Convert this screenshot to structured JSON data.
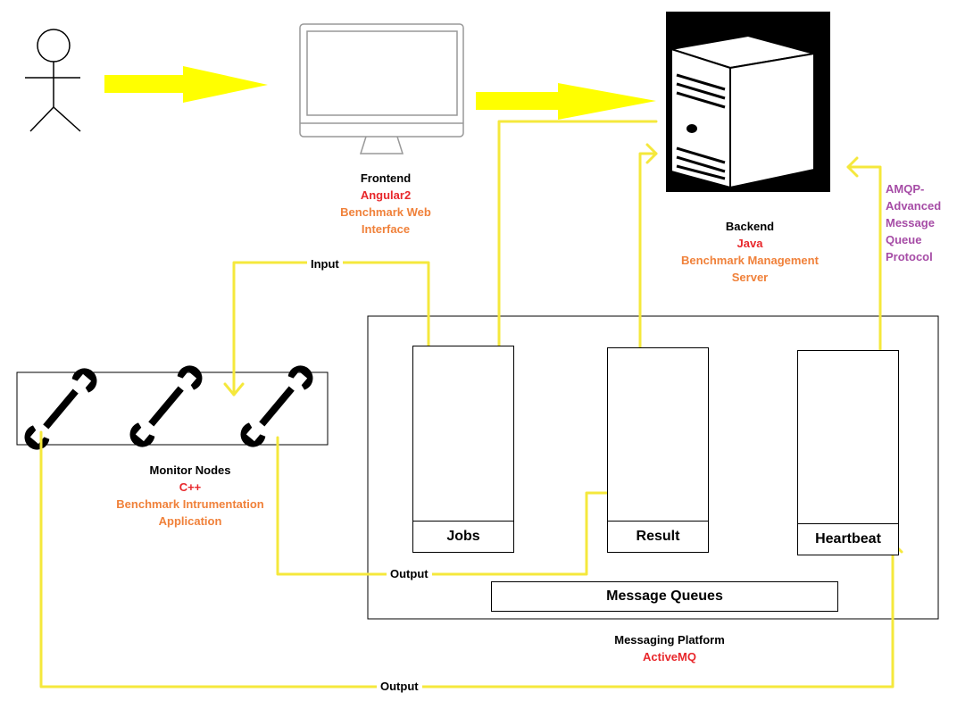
{
  "frontend": {
    "title": "Frontend",
    "tech": "Angular2",
    "desc_line1": "Benchmark Web",
    "desc_line2": "Interface"
  },
  "backend": {
    "title": "Backend",
    "tech": "Java",
    "desc_line1": "Benchmark Management",
    "desc_line2": "Server"
  },
  "protocol": {
    "lines": [
      "AMQP-",
      "Advanced",
      "Message",
      "Queue",
      "Protocol"
    ]
  },
  "monitor": {
    "title": "Monitor Nodes",
    "tech": "C++",
    "desc_line1": "Benchmark Intrumentation",
    "desc_line2": "Application"
  },
  "messaging": {
    "title": "Messaging Platform",
    "tech": "ActiveMQ",
    "queues_label": "Message Queues",
    "queues": [
      "Jobs",
      "Result",
      "Heartbeat"
    ]
  },
  "flows": {
    "input": "Input",
    "output_result": "Output",
    "output_heartbeat": "Output"
  },
  "colors": {
    "arrow": "#ffff00",
    "line": "#f5e83c",
    "tech": "#e8272b",
    "desc": "#f0813a",
    "protocol": "#a64ca6"
  },
  "icons": [
    "user-stick-figure-icon",
    "monitor-icon",
    "server-tower-icon",
    "wrench-icon"
  ]
}
